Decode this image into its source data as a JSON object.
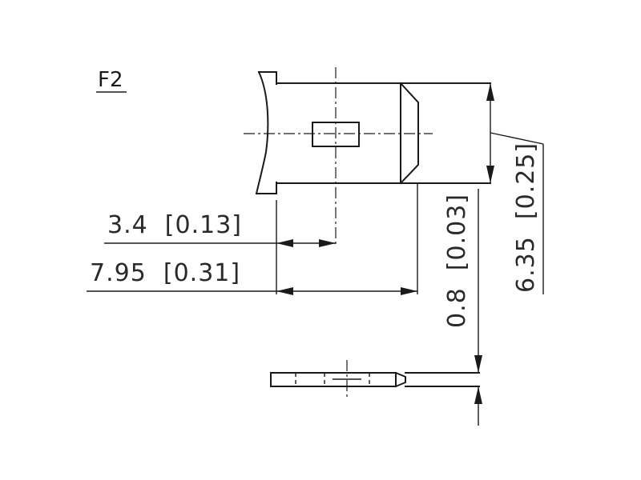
{
  "figure_label": "F2",
  "dimensions": {
    "pin_offset": "3.4  [0.13]",
    "overall_length": "7.95  [0.31]",
    "thickness": "0.8  [0.03]",
    "width": "6.35  [0.25]"
  }
}
